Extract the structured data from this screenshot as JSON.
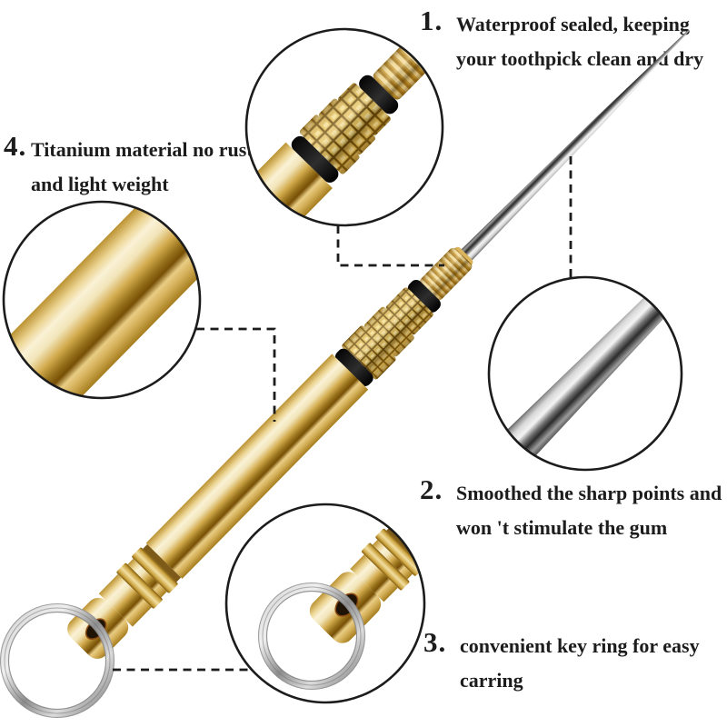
{
  "annotations": {
    "a1": {
      "number": "1.",
      "line1": "Waterproof sealed, keeping",
      "line2": "your toothpick clean and dry"
    },
    "a2": {
      "number": "2.",
      "line1": "Smoothed the sharp points and",
      "line2": "won 't stimulate the gum"
    },
    "a3": {
      "number": "3.",
      "line1": "convenient key ring for easy",
      "line2": "carring"
    },
    "a4": {
      "number": "4.",
      "line1": "Titanium material no rust",
      "line2": "and light weight"
    }
  },
  "colors": {
    "background": "#ffffff",
    "text": "#1c1c1c",
    "callout_outline": "#1c1c1c",
    "gold_mid": "#d2ab52",
    "gold_highlight": "#faf2d6",
    "gold_shadow": "#774f06",
    "oring_black": "#161616",
    "steel_light": "#f4f4f4",
    "steel_dark": "#2c2c2c",
    "silver_ring": "#c9c9c9"
  }
}
